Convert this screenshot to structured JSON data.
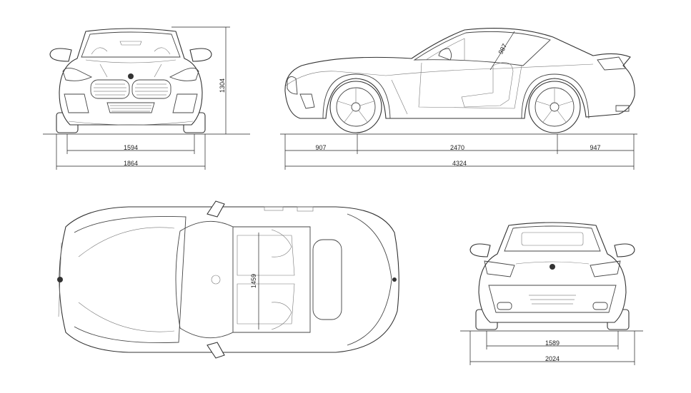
{
  "dimensions": {
    "front_track": "1594",
    "front_width": "1864",
    "height": "1304",
    "front_overhang": "907",
    "wheelbase": "2470",
    "rear_overhang": "947",
    "length": "4324",
    "headroom": "987",
    "interior_width": "1459",
    "rear_track": "1589",
    "mirror_width": "2024"
  },
  "icons": {
    "badge": "roundel-badge-icon"
  }
}
